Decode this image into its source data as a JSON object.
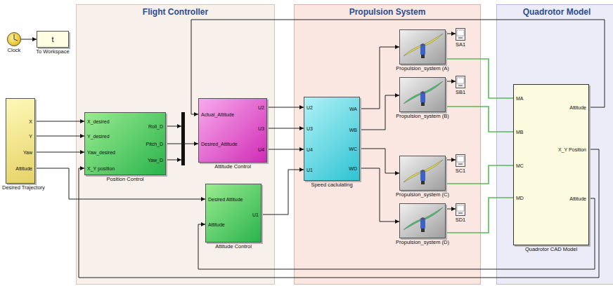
{
  "diagram": {
    "nodes": [
      {
        "text": [
          "Clock"
        ]
      },
      {
        "text": [
          "t",
          "To Workspace"
        ]
      },
      {
        "text": [
          "X",
          "Y",
          "Yaw",
          "Attitude",
          "Desired Trajectory"
        ]
      },
      {
        "text": [
          "Flight Controller"
        ]
      },
      {
        "text": [
          "X_desired",
          "Y_desired",
          "Yaw_desired",
          "X_Y position",
          "Roll_D",
          "Pitch_D",
          "Yaw_D",
          "Position Control"
        ],
        "in": 3
      },
      {
        "text": [
          "Actual_Attitude",
          "Desired_Attitude",
          "U2",
          "U3",
          "U4",
          "Attitude Control"
        ],
        "in": 3
      },
      {
        "text": [
          "Desired Attitude",
          "Attitude",
          "U1",
          "Attitude Control"
        ],
        "in": 3
      },
      {
        "text": [
          "Propulsion System"
        ]
      },
      {
        "text": [
          "U2",
          "U3",
          "U4",
          "U1",
          "WA",
          "WB",
          "WC",
          "WD",
          "Speed caclulating"
        ],
        "in": 7
      },
      {
        "text": [
          "Propulsion_system (A)"
        ],
        "in": 7
      },
      {
        "text": [
          "SA1"
        ],
        "in": 7
      },
      {
        "text": [
          "Propulsion_system (B)"
        ],
        "in": 7
      },
      {
        "text": [
          "SB1"
        ],
        "in": 7
      },
      {
        "text": [
          "Propulsion_system (C)"
        ],
        "in": 7
      },
      {
        "text": [
          "SC1"
        ],
        "in": 7
      },
      {
        "text": [
          "Propulsion_system (D)"
        ],
        "in": 7
      },
      {
        "text": [
          "SD1"
        ],
        "in": 7
      },
      {
        "text": [
          "Quadrotor Model"
        ]
      },
      {
        "text": [
          "MA",
          "MB",
          "MC",
          "MD",
          "Attitude",
          "X_Y Position",
          "Attitude",
          "Quadrotor CAD Model"
        ],
        "in": 17
      }
    ],
    "edges": [
      {
        "from": 0,
        "to": 1,
        "arrow": "to"
      },
      {
        "from": 2,
        "to": 4,
        "arrow": "to"
      },
      {
        "from": 2,
        "to": 4,
        "arrow": "to"
      },
      {
        "from": 2,
        "to": 4,
        "arrow": "to"
      },
      {
        "from": 2,
        "to": 6,
        "arrow": "to"
      },
      {
        "from": 4,
        "to": 5,
        "arrow": "to"
      },
      {
        "from": 5,
        "to": 8,
        "arrow": "to"
      },
      {
        "from": 5,
        "to": 8,
        "arrow": "to"
      },
      {
        "from": 5,
        "to": 8,
        "arrow": "to"
      },
      {
        "from": 6,
        "to": 8,
        "arrow": "to"
      },
      {
        "from": 8,
        "to": 9,
        "arrow": "to"
      },
      {
        "from": 8,
        "to": 11,
        "arrow": "to"
      },
      {
        "from": 8,
        "to": 13,
        "arrow": "to"
      },
      {
        "from": 8,
        "to": 15,
        "arrow": "to"
      },
      {
        "from": 9,
        "to": 10,
        "arrow": "to"
      },
      {
        "from": 11,
        "to": 12,
        "arrow": "to"
      },
      {
        "from": 13,
        "to": 14,
        "arrow": "to"
      },
      {
        "from": 15,
        "to": 16,
        "arrow": "to"
      },
      {
        "from": 9,
        "to": 18,
        "arrow": "none"
      },
      {
        "from": 11,
        "to": 18,
        "arrow": "none"
      },
      {
        "from": 13,
        "to": 18,
        "arrow": "none"
      },
      {
        "from": 15,
        "to": 18,
        "arrow": "none"
      },
      {
        "from": 18,
        "to": 5,
        "arrow": "to"
      },
      {
        "from": 18,
        "to": 4,
        "arrow": "to"
      },
      {
        "from": 18,
        "to": 6,
        "arrow": "to"
      }
    ]
  }
}
